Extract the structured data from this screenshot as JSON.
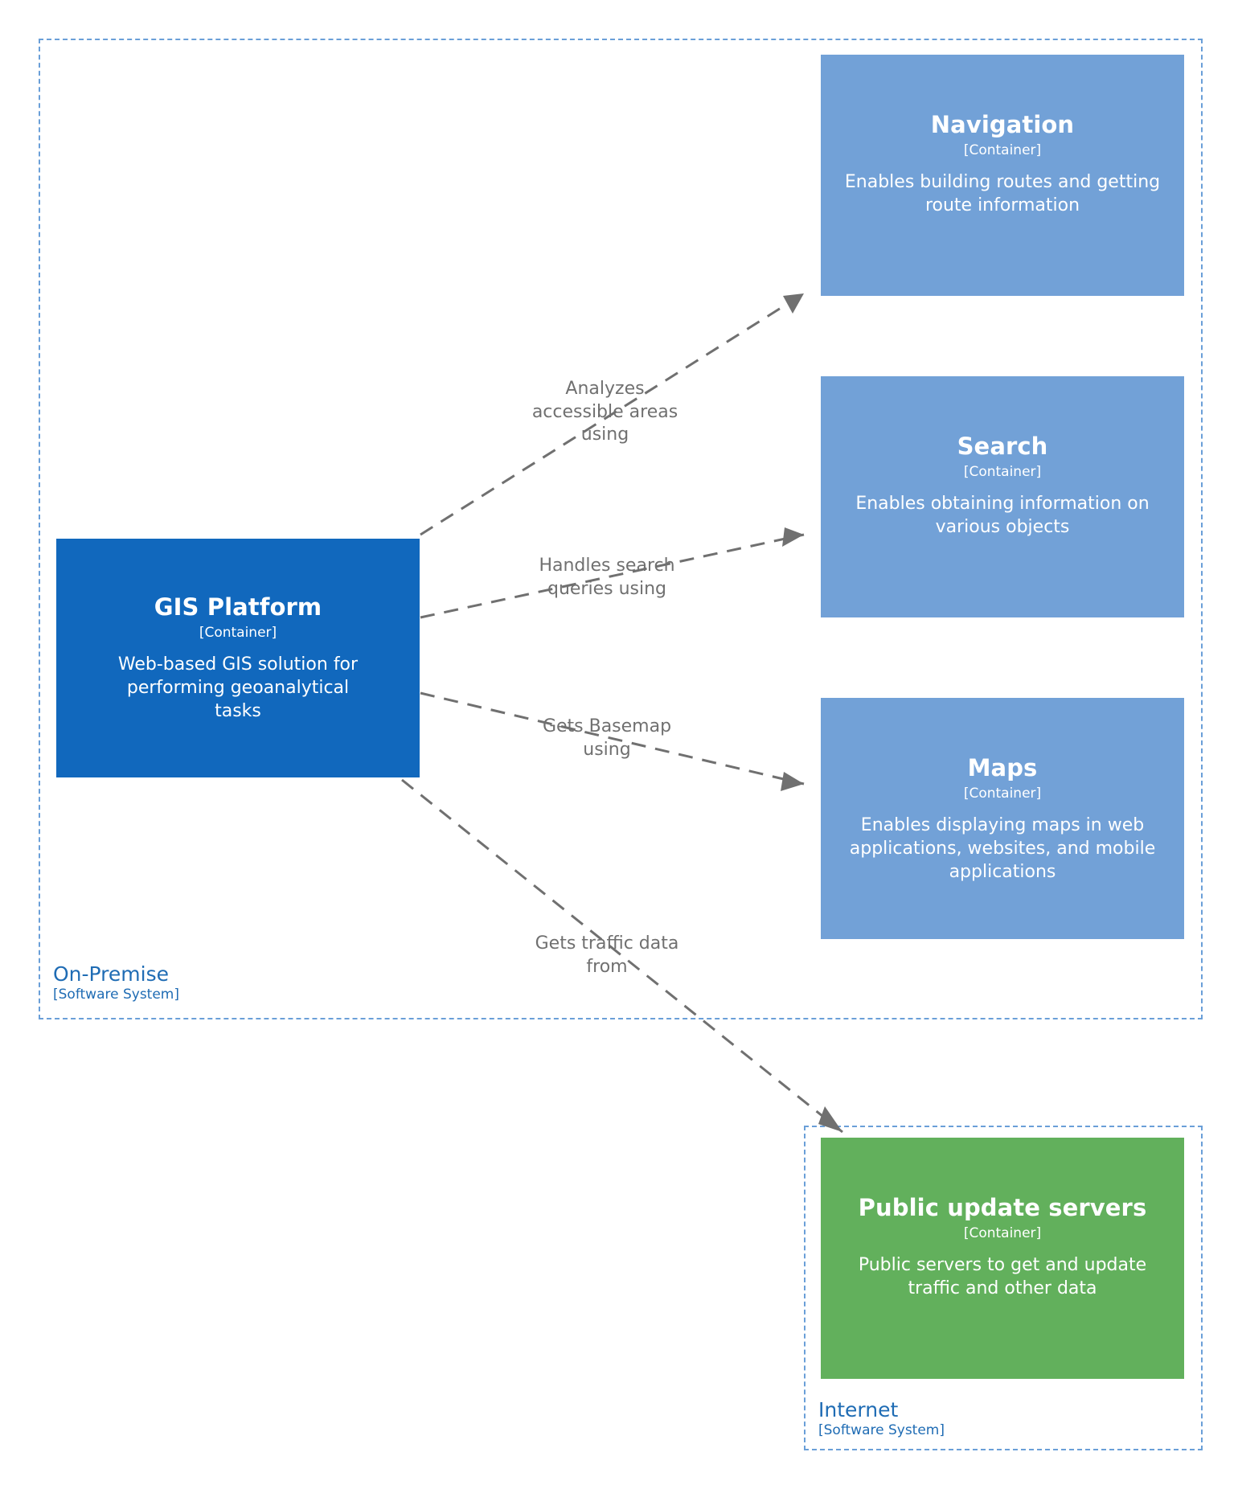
{
  "diagram": {
    "type": "C4 Container diagram",
    "boundaries": [
      {
        "id": "on-premise",
        "name": "On-Premise",
        "type": "[Software System]",
        "color": "#6a9fd8"
      },
      {
        "id": "internet",
        "name": "Internet",
        "type": "[Software System]",
        "color": "#6a9fd8"
      }
    ],
    "nodes": [
      {
        "id": "gis-platform",
        "title": "GIS Platform",
        "type": "[Container]",
        "description": "Web-based GIS solution for performing geoanalytical tasks",
        "color": "#1168bd",
        "style": "primary",
        "boundary": "on-premise"
      },
      {
        "id": "navigation",
        "title": "Navigation",
        "type": "[Container]",
        "description": "Enables building routes and getting route information",
        "color": "#72a1d7",
        "style": "secondary",
        "boundary": "on-premise"
      },
      {
        "id": "search",
        "title": "Search",
        "type": "[Container]",
        "description": "Enables obtaining information on various objects",
        "color": "#72a1d7",
        "style": "secondary",
        "boundary": "on-premise"
      },
      {
        "id": "maps",
        "title": "Maps",
        "type": "[Container]",
        "description": "Enables displaying maps in web applications, websites, and mobile applications",
        "color": "#72a1d7",
        "style": "secondary",
        "boundary": "on-premise"
      },
      {
        "id": "public-update-servers",
        "title": "Public update servers",
        "type": "[Container]",
        "description": "Public servers to get and update traffic and other data",
        "color": "#62b05c",
        "style": "external",
        "boundary": "internet"
      }
    ],
    "relationships": [
      {
        "id": "rel-navigation",
        "from": "gis-platform",
        "to": "navigation",
        "label": "Analyzes\naccessible areas\nusing"
      },
      {
        "id": "rel-search",
        "from": "gis-platform",
        "to": "search",
        "label": "Handles search\nqueries using"
      },
      {
        "id": "rel-maps",
        "from": "gis-platform",
        "to": "maps",
        "label": "Gets Basemap\nusing"
      },
      {
        "id": "rel-public-update-servers",
        "from": "gis-platform",
        "to": "public-update-servers",
        "label": "Gets traffic data\nfrom"
      }
    ]
  }
}
